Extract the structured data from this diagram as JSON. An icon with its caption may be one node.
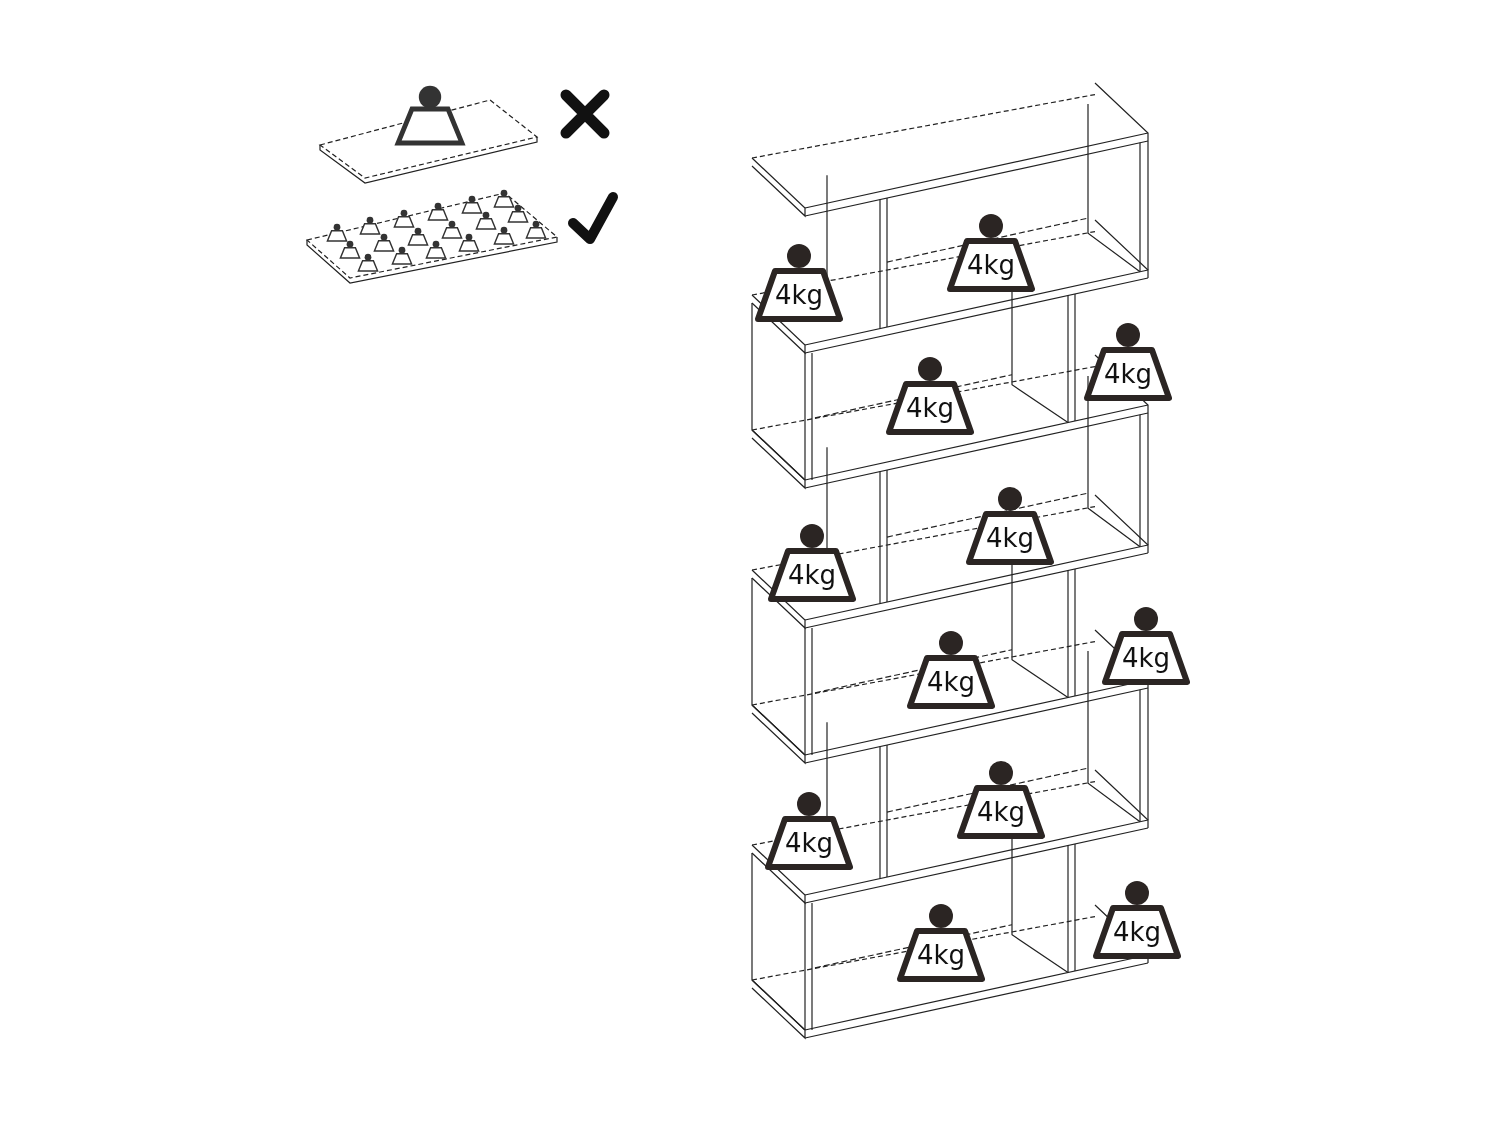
{
  "diagram": {
    "nodes": [
      {
        "text": [
          "4kg"
        ]
      },
      {
        "text": [
          "4kg"
        ]
      },
      {
        "text": [
          "4kg"
        ]
      },
      {
        "text": [
          "4kg"
        ]
      },
      {
        "text": [
          "4kg"
        ]
      },
      {
        "text": [
          "4kg"
        ]
      },
      {
        "text": [
          "4kg"
        ]
      },
      {
        "text": [
          "4kg"
        ]
      },
      {
        "text": [
          "4kg"
        ]
      },
      {
        "text": [
          "4kg"
        ]
      },
      {
        "text": [
          "4kg"
        ]
      },
      {
        "text": [
          "4kg"
        ]
      }
    ]
  }
}
